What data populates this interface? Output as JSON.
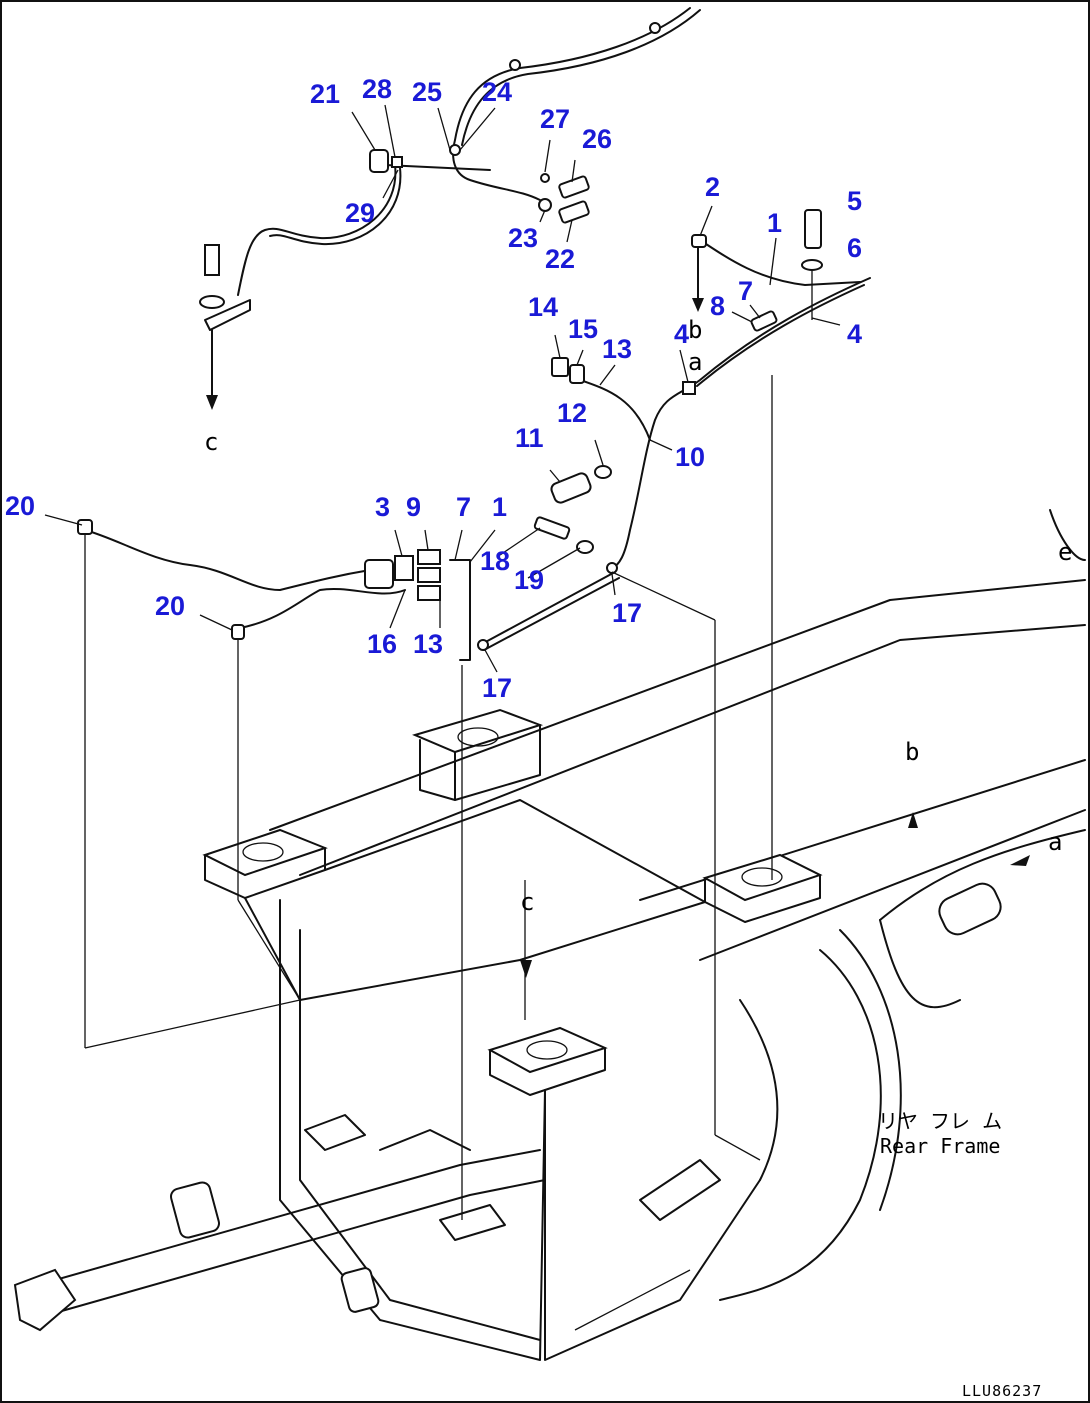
{
  "callout_color": "#1a1ad6",
  "callouts": [
    {
      "id": "c21",
      "text": "21"
    },
    {
      "id": "c28",
      "text": "28"
    },
    {
      "id": "c25",
      "text": "25"
    },
    {
      "id": "c24",
      "text": "24"
    },
    {
      "id": "c27",
      "text": "27"
    },
    {
      "id": "c26",
      "text": "26"
    },
    {
      "id": "c29",
      "text": "29"
    },
    {
      "id": "c23",
      "text": "23"
    },
    {
      "id": "c22",
      "text": "22"
    },
    {
      "id": "c2",
      "text": "2"
    },
    {
      "id": "c1a",
      "text": "1"
    },
    {
      "id": "c5",
      "text": "5"
    },
    {
      "id": "c6",
      "text": "6"
    },
    {
      "id": "c7a",
      "text": "7"
    },
    {
      "id": "c8",
      "text": "8"
    },
    {
      "id": "c4a",
      "text": "4"
    },
    {
      "id": "c4b",
      "text": "4"
    },
    {
      "id": "c14",
      "text": "14"
    },
    {
      "id": "c15",
      "text": "15"
    },
    {
      "id": "c13a",
      "text": "13"
    },
    {
      "id": "c12",
      "text": "12"
    },
    {
      "id": "c11",
      "text": "11"
    },
    {
      "id": "c10",
      "text": "10"
    },
    {
      "id": "c20a",
      "text": "20"
    },
    {
      "id": "c3",
      "text": "3"
    },
    {
      "id": "c9",
      "text": "9"
    },
    {
      "id": "c7b",
      "text": "7"
    },
    {
      "id": "c1b",
      "text": "1"
    },
    {
      "id": "c18",
      "text": "18"
    },
    {
      "id": "c19",
      "text": "19"
    },
    {
      "id": "c17a",
      "text": "17"
    },
    {
      "id": "c20b",
      "text": "20"
    },
    {
      "id": "c16",
      "text": "16"
    },
    {
      "id": "c13b",
      "text": "13"
    },
    {
      "id": "c17b",
      "text": "17"
    }
  ],
  "reference_letters": [
    {
      "id": "ref-c-top",
      "text": "c"
    },
    {
      "id": "ref-b-top",
      "text": "b"
    },
    {
      "id": "ref-a-top",
      "text": "a"
    },
    {
      "id": "ref-e",
      "text": "e"
    },
    {
      "id": "ref-b-frame",
      "text": "b"
    },
    {
      "id": "ref-a-frame",
      "text": "a"
    },
    {
      "id": "ref-c-frame",
      "text": "c"
    }
  ],
  "frame_label": {
    "japanese": "リヤ フレ ム",
    "english": "Rear Frame"
  },
  "drawing_code": "LLU86237"
}
